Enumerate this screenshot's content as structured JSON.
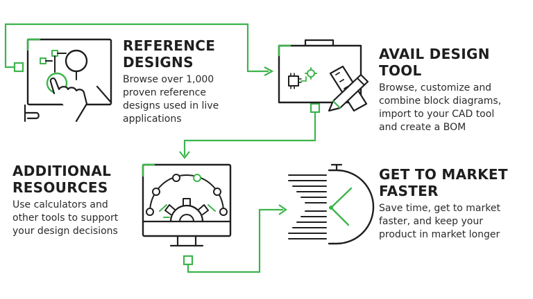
{
  "colors": {
    "accent": "#3cb44b",
    "ink": "#1e1e1e",
    "background": "#ffffff"
  },
  "steps": [
    {
      "icon": "touch-screen-icon",
      "title_lines": [
        "REFERENCE",
        "DESIGNS"
      ],
      "desc_lines": [
        "Browse over 1,000",
        "proven reference",
        "designs used in live",
        "applications"
      ]
    },
    {
      "icon": "toolbox-icon",
      "title_lines": [
        "AVAIL DESIGN TOOL"
      ],
      "desc_lines": [
        "Browse, customize and",
        "combine block diagrams,",
        "import to your CAD tool",
        "and create a BOM"
      ]
    },
    {
      "icon": "monitor-gear-icon",
      "title_lines": [
        "ADDITIONAL",
        "RESOURCES"
      ],
      "desc_lines": [
        "Use calculators and",
        "other tools to support",
        "your design decisions"
      ]
    },
    {
      "icon": "fast-clock-icon",
      "title_lines": [
        "GET TO MARKET",
        "FASTER"
      ],
      "desc_lines": [
        "Save time, get to market",
        "faster, and keep your",
        "product in market longer"
      ]
    }
  ]
}
